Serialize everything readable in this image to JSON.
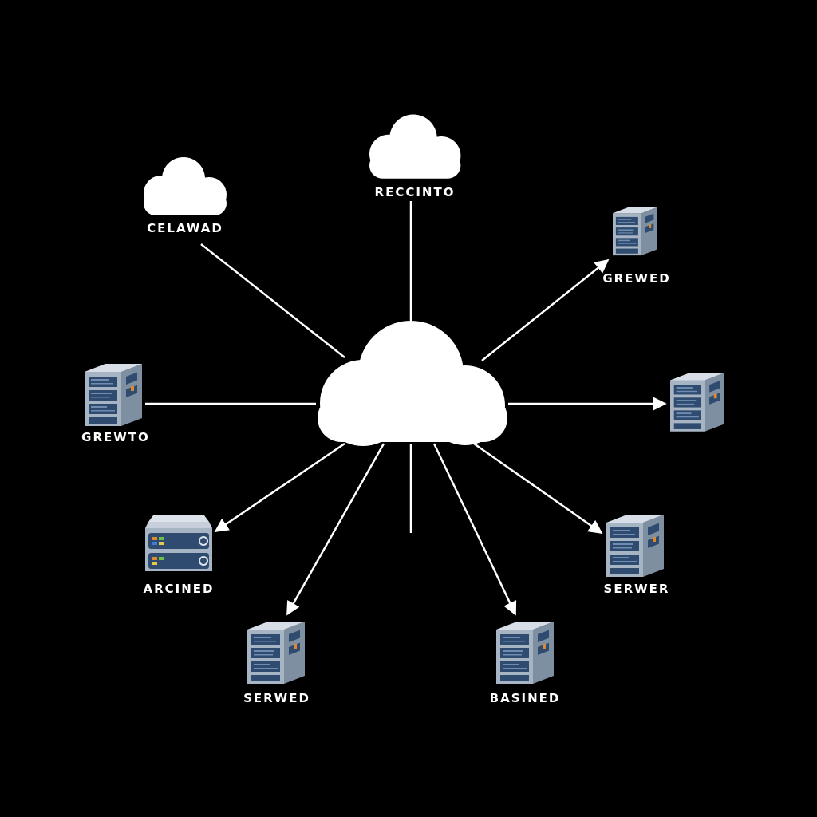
{
  "diagram": {
    "type": "network-topology",
    "hub": {
      "name": "central-cloud",
      "icon": "cloud-icon"
    },
    "nodes": [
      {
        "id": "celawad",
        "label": "CELAWAD",
        "icon": "cloud-icon",
        "link": "plain"
      },
      {
        "id": "reccinto",
        "label": "RECCINTO",
        "icon": "cloud-icon",
        "link": "plain"
      },
      {
        "id": "grewed",
        "label": "GREWED",
        "icon": "server-tower-icon",
        "link": "arrow-out"
      },
      {
        "id": "unlabeled-server",
        "label": "",
        "icon": "server-tower-icon",
        "link": "arrow-out"
      },
      {
        "id": "serwer",
        "label": "SERWER",
        "icon": "server-tower-icon",
        "link": "arrow-out"
      },
      {
        "id": "basined",
        "label": "BASINED",
        "icon": "server-tower-icon",
        "link": "arrow-out"
      },
      {
        "id": "serwed",
        "label": "SERWED",
        "icon": "server-tower-icon",
        "link": "arrow-out"
      },
      {
        "id": "arcined",
        "label": "ARCINED",
        "icon": "server-rack-icon",
        "link": "arrow-out"
      },
      {
        "id": "grewto",
        "label": "GREWTO",
        "icon": "server-tower-icon",
        "link": "plain"
      }
    ],
    "colors": {
      "background": "#000000",
      "line": "#ffffff",
      "cloud": "#ffffff",
      "server_body": "#b9c4d2",
      "server_panel": "#2f4c70",
      "server_accent": "#e0892f"
    }
  }
}
